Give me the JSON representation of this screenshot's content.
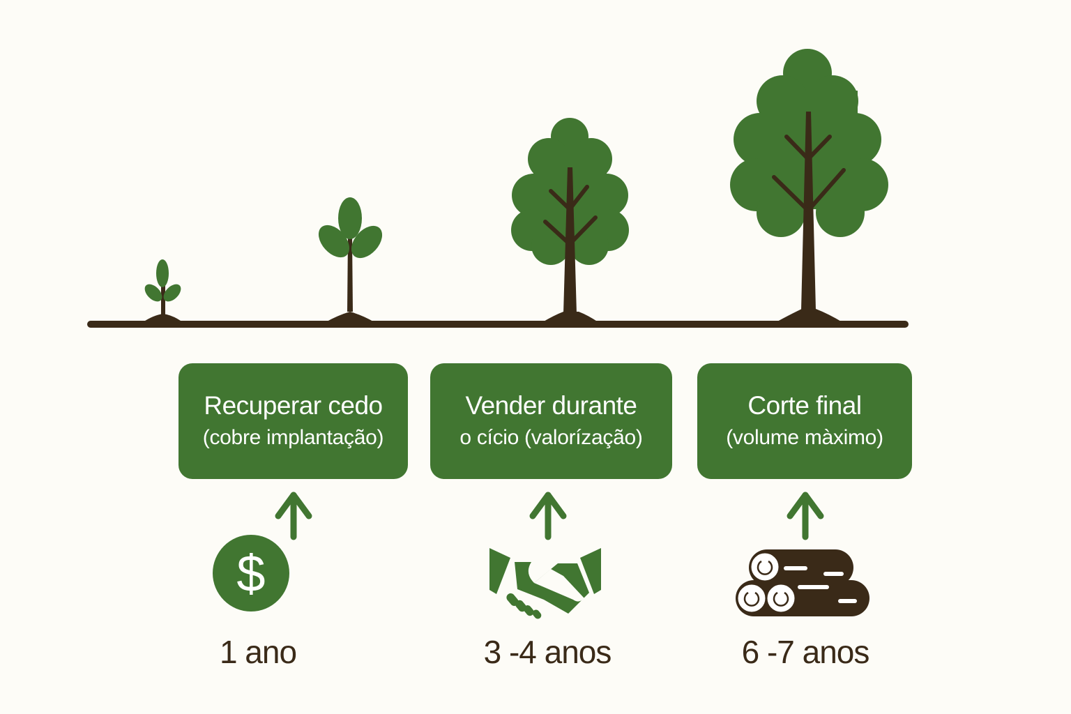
{
  "colors": {
    "background": "#fdfcf7",
    "green": "#417631",
    "brown": "#3a2a18",
    "white": "#ffffff"
  },
  "stages": [
    {
      "id": "seedling",
      "icon": "seedling-icon"
    },
    {
      "id": "young-plant",
      "icon": "sapling-icon"
    },
    {
      "id": "medium-tree",
      "icon": "tree-medium-icon"
    },
    {
      "id": "mature-tree",
      "icon": "tree-large-icon"
    }
  ],
  "strategies": [
    {
      "title": "Recuperar cedo",
      "subtitle": "(cobre implantação)",
      "icon": "dollar-coin-icon",
      "arrow": "arrow-up-icon",
      "period": "1 ano"
    },
    {
      "title": "Vender durante",
      "subtitle": "o cício (valorízação)",
      "icon": "handshake-icon",
      "arrow": "arrow-up-icon",
      "period": "3 -4 anos"
    },
    {
      "title": "Corte final",
      "subtitle": "(volume màximo)",
      "icon": "logs-icon",
      "arrow": "arrow-up-icon",
      "period": "6 -7 anos"
    }
  ]
}
